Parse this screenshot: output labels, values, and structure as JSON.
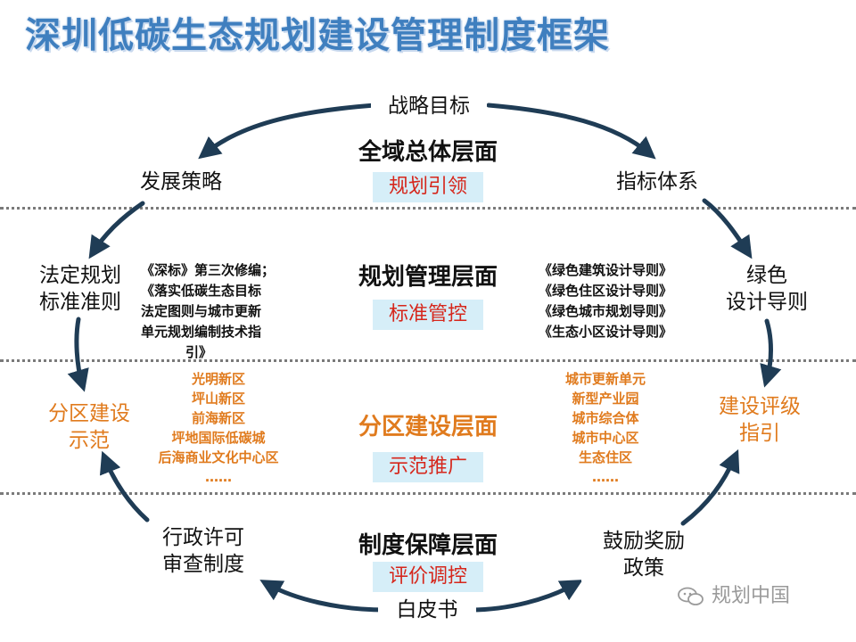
{
  "title": "深圳低碳生态规划建设管理制度框架",
  "cycle_nodes": {
    "top": "战略目标",
    "upper_left": "发展策略",
    "upper_right": "指标体系",
    "mid_left": [
      "法定规划",
      "标准准则"
    ],
    "mid_right": [
      "绿色",
      "设计导则"
    ],
    "lower_left": [
      "分区建设",
      "示范"
    ],
    "lower_right": [
      "建设评级",
      "指引"
    ],
    "bottom_left": [
      "行政许可",
      "审查制度"
    ],
    "bottom_right": [
      "鼓励奖励",
      "政策"
    ],
    "bottom": "白皮书"
  },
  "layers": [
    {
      "title": "全域总体层面",
      "tag": "规划引领"
    },
    {
      "title": "规划管理层面",
      "tag": "标准管控"
    },
    {
      "title": "分区建设层面",
      "tag": "示范推广"
    },
    {
      "title": "制度保障层面",
      "tag": "评价调控"
    }
  ],
  "planning_left_text": [
    "《深标》第三次修编；",
    "《落实低碳生态目标",
    "法定图则与城市更新",
    "单元规划编制技术指",
    "引》"
  ],
  "planning_right_text": [
    "《绿色建筑设计导则》",
    "《绿色住区设计导则》",
    "《绿色城市规划导则》",
    "《生态小区设计导则》"
  ],
  "district_left_list": [
    "光明新区",
    "坪山新区",
    "前海新区",
    "坪地国际低碳城",
    "后海商业文化中心区",
    "……"
  ],
  "district_right_list": [
    "城市更新单元",
    "新型产业园",
    "城市综合体",
    "城市中心区",
    "生态住区",
    "……"
  ],
  "watermark": "规划中国",
  "colors": {
    "title": "#3f7fbf",
    "arrow": "#1f3c55",
    "accent_orange": "#e07b1e",
    "tag_bg": "#d6eef8",
    "tag_text": "#d6271c"
  }
}
